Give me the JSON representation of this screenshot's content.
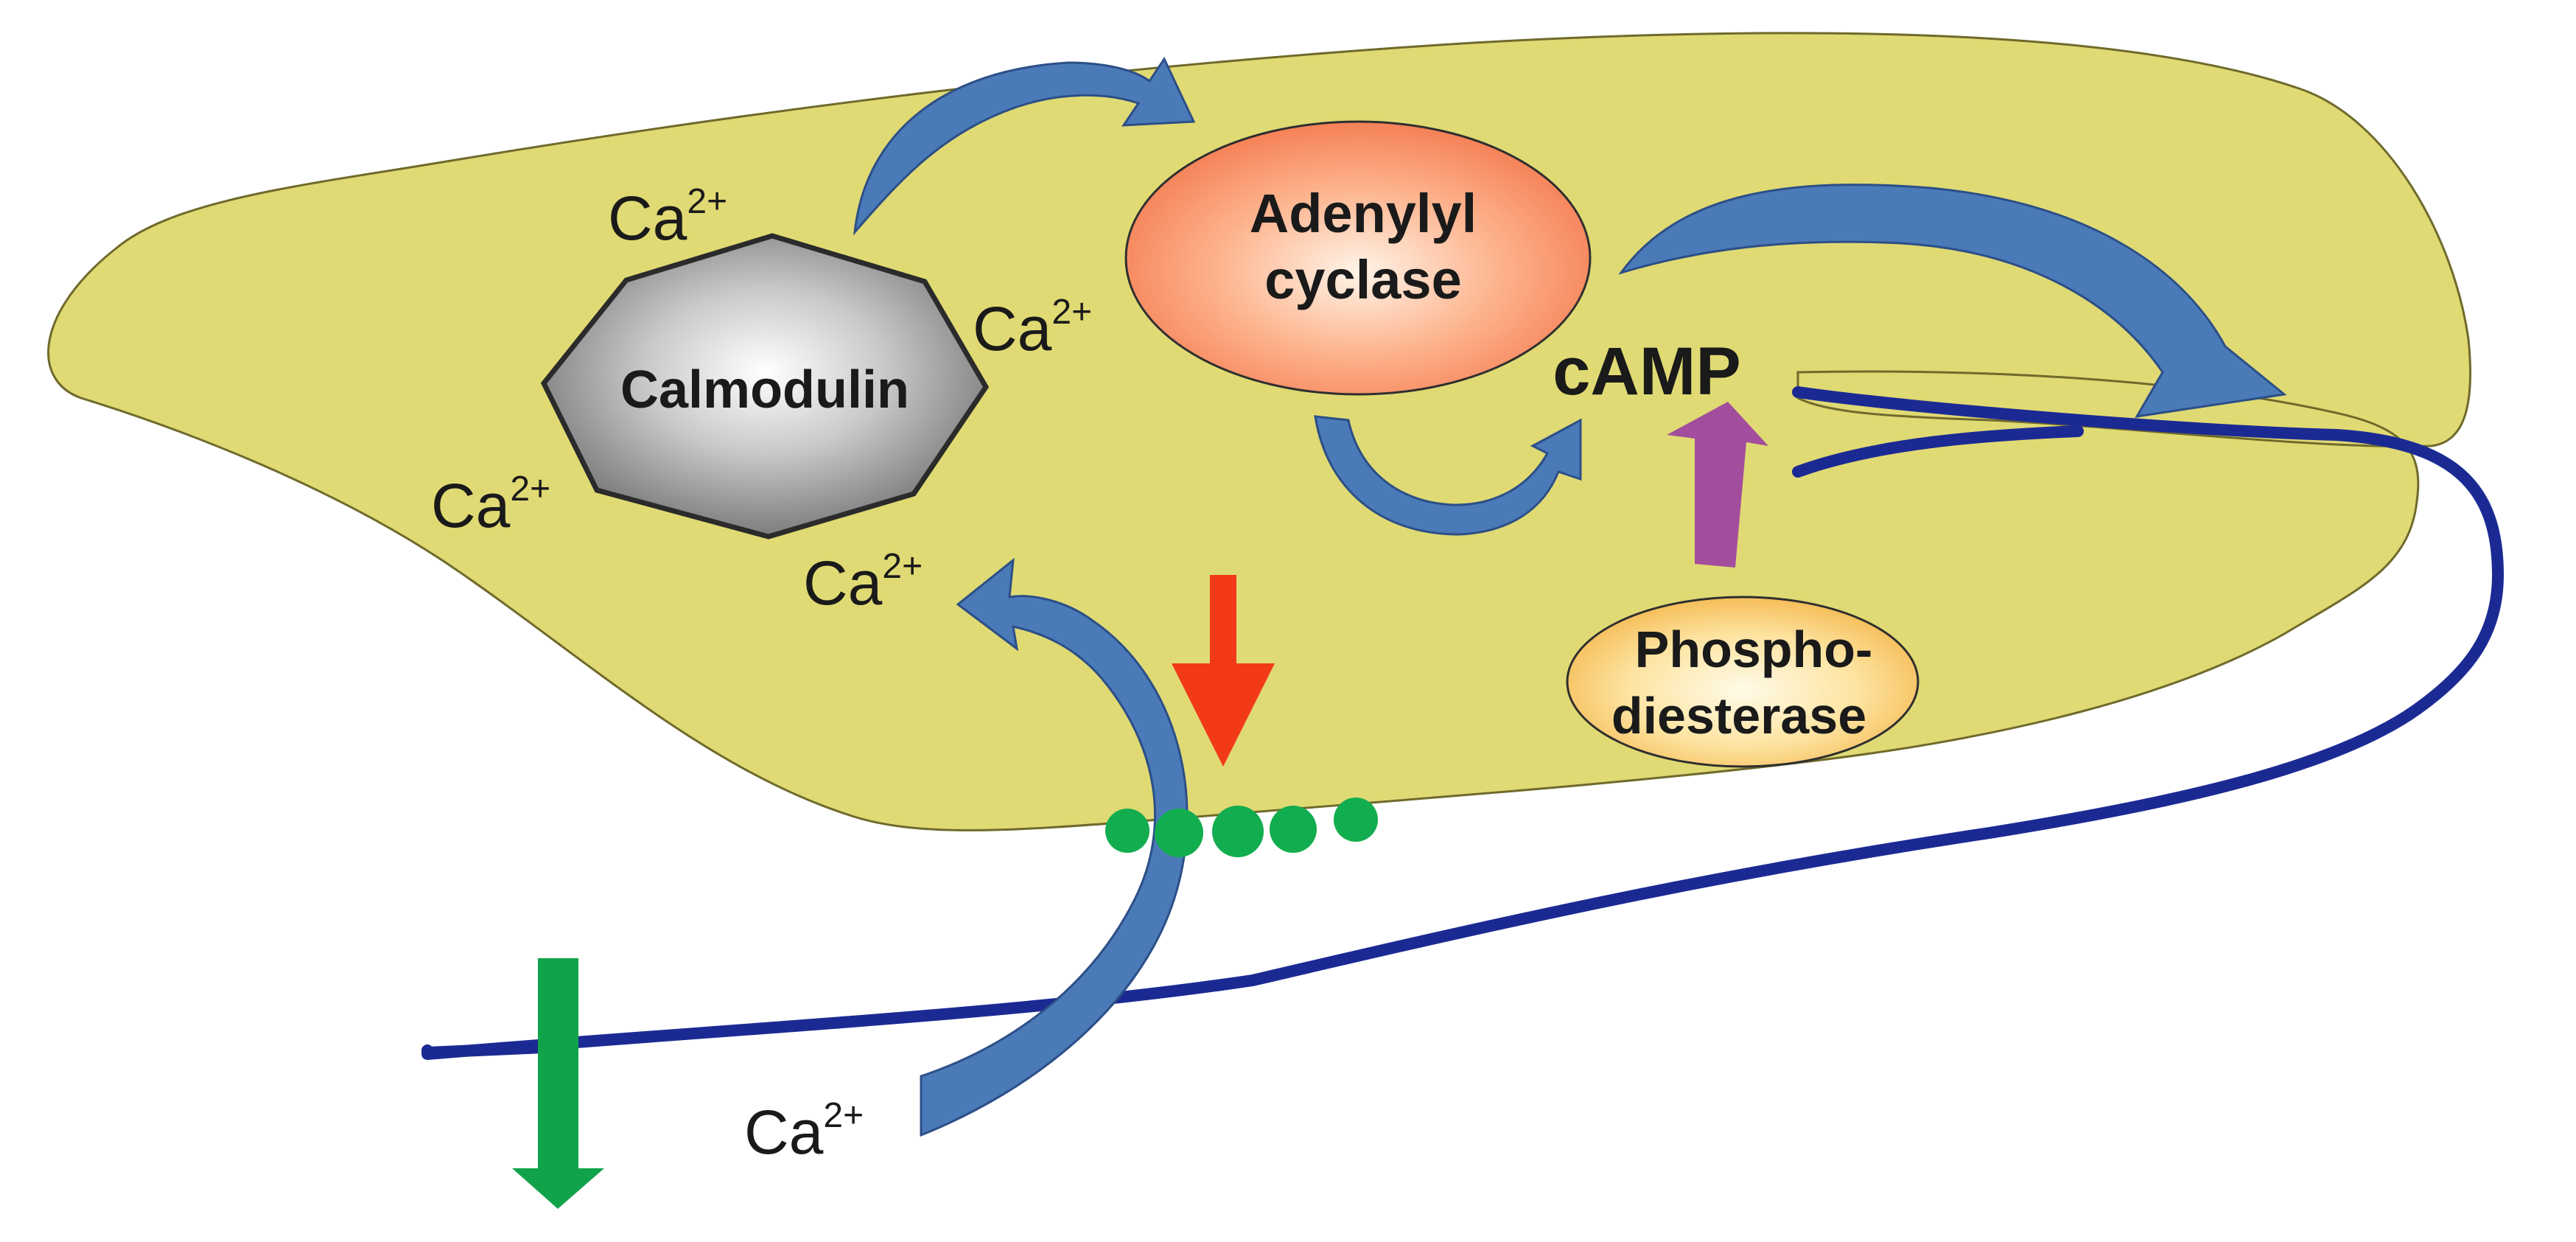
{
  "colors": {
    "cell_fill": "#e0da74",
    "cell_stroke": "#6f6a2c",
    "membrane": "#1b2a93",
    "flow_arrow": "#4b7ab8",
    "pde_arrow": "#a34e9c",
    "stimulus_arrow": "#f23a19",
    "efflux_arrow": "#11a34a",
    "channel_dots": "#12ad4e"
  },
  "labels": {
    "calmodulin": "Calmodulin",
    "adenylyl_line1": "Adenylyl",
    "adenylyl_line2": "cyclase",
    "camp": "cAMP",
    "pde_line1": "Phospho-",
    "pde_line2": "diesterase",
    "ca_base": "Ca",
    "ca_charge": "2+"
  }
}
